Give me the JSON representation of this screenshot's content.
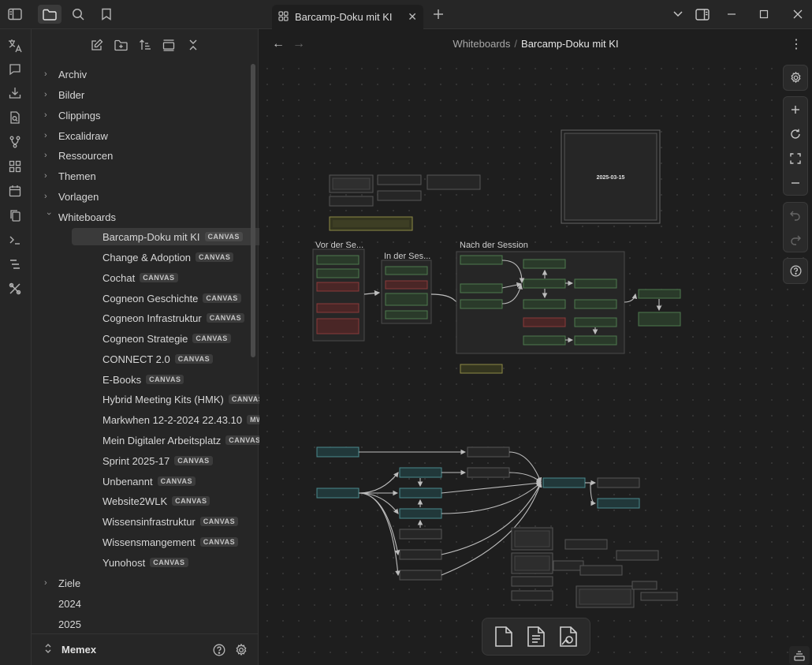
{
  "tab": {
    "title": "Barcamp-Doku mit KI"
  },
  "breadcrumb": {
    "parent": "Whiteboards",
    "separator": "/",
    "current": "Barcamp-Doku mit KI"
  },
  "tree": {
    "folders_top": [
      "Archiv",
      "Bilder",
      "Clippings",
      "Excalidraw",
      "Ressourcen",
      "Themen",
      "Vorlagen",
      "Whiteboards"
    ],
    "files": [
      {
        "name": "Barcamp-Doku mit KI",
        "badge": "CANVAS"
      },
      {
        "name": "Change & Adoption",
        "badge": "CANVAS"
      },
      {
        "name": "Cochat",
        "badge": "CANVAS"
      },
      {
        "name": "Cogneon Geschichte",
        "badge": "CANVAS"
      },
      {
        "name": "Cogneon Infrastruktur",
        "badge": "CANVAS"
      },
      {
        "name": "Cogneon Strategie",
        "badge": "CANVAS"
      },
      {
        "name": "CONNECT 2.0",
        "badge": "CANVAS"
      },
      {
        "name": "E-Books",
        "badge": "CANVAS"
      },
      {
        "name": "Hybrid Meeting Kits (HMK)",
        "badge": "CANVAS"
      },
      {
        "name": "Markwhen 12-2-2024 22.43.10",
        "badge": "MW"
      },
      {
        "name": "Mein Digitaler Arbeitsplatz",
        "badge": "CANVAS"
      },
      {
        "name": "Sprint 2025-17",
        "badge": "CANVAS"
      },
      {
        "name": "Unbenannt",
        "badge": "CANVAS"
      },
      {
        "name": "Website2WLK",
        "badge": "CANVAS"
      },
      {
        "name": "Wissensinfrastruktur",
        "badge": "CANVAS"
      },
      {
        "name": "Wissensmangement",
        "badge": "CANVAS"
      },
      {
        "name": "Yunohost",
        "badge": "CANVAS"
      }
    ],
    "folders_bottom": [
      "Ziele"
    ],
    "years": [
      "2024",
      "2025"
    ]
  },
  "vault": {
    "name": "Memex"
  },
  "canvas": {
    "groups": [
      "Vor der Se...",
      "In der Ses...",
      "Nach der Session"
    ],
    "date_card": "2025-03-15"
  }
}
